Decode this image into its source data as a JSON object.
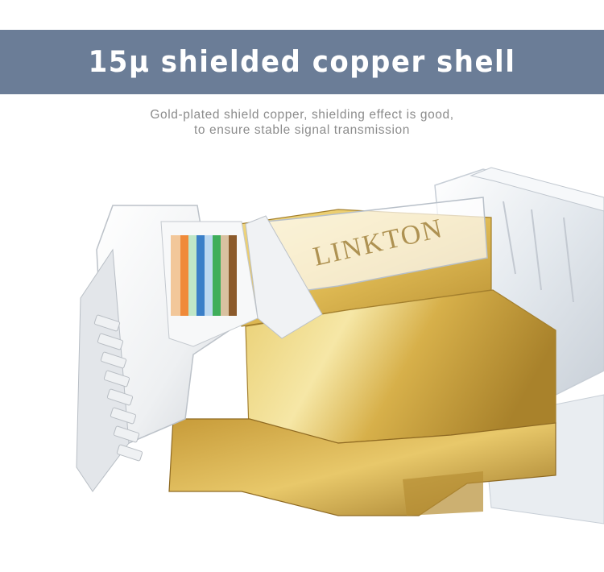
{
  "banner": {
    "title": "15μ shielded copper shell",
    "background_color": "#6b7d97"
  },
  "subtitle": {
    "line1": "Gold-plated shield copper, shielding effect is good,",
    "line2": "to ensure stable signal transmission"
  },
  "product": {
    "brand_engraving": "LINKTON",
    "shell_color": "#d9b84a"
  }
}
